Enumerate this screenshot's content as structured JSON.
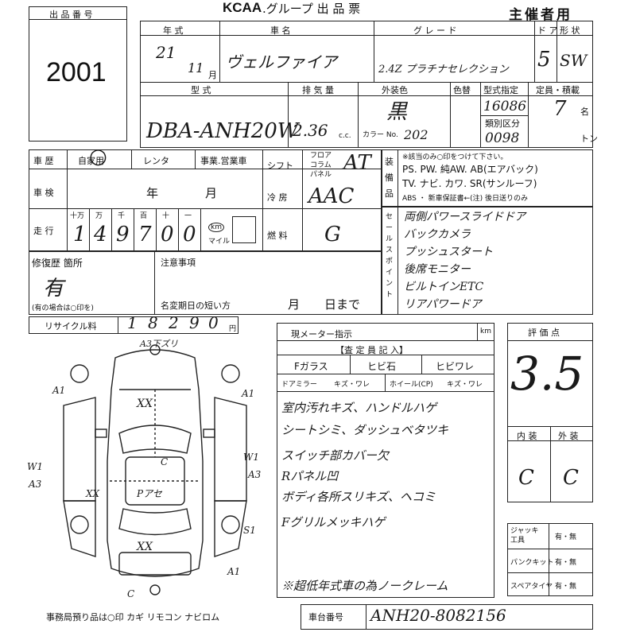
{
  "header": {
    "listing_no_label": "出 品 番 号",
    "listing_no": "2001",
    "org": "KCAA",
    "title": ".グループ 出 品 票",
    "copy": "主催者用"
  },
  "row1": {
    "year_label": "年 式",
    "car_label": "車 名",
    "grade_label": "グ レ ー ド",
    "door_label": "ド ア",
    "shape_label": "形 状",
    "year_value": "21",
    "month_value": "11",
    "month_unit": "月",
    "car_value": "ヴェルファイア",
    "grade_value": "2.4Z プラチナセレクション",
    "door_value": "5",
    "shape_value": "SW"
  },
  "row2": {
    "model_label": "型 式",
    "disp_label": "排 気 量",
    "color_label": "外装色",
    "color2_label": "色替",
    "type_label": "型式指定",
    "class_label": "類別区分",
    "capacity_label": "定員・積載",
    "model_value": "DBA-ANH20W",
    "disp_value": "2.36",
    "cc": "c.c.",
    "color_value": "黒",
    "color_no_label": "カラー No.",
    "color_no": "202",
    "type_value": "16086",
    "class_value": "0098",
    "capacity_value": "7",
    "capacity_unit": "名",
    "ton": "トン"
  },
  "history": {
    "label": "車 歴",
    "private": "自家用",
    "rental": "レンタ",
    "business": "事業.営業車"
  },
  "inspection": {
    "label": "車 検",
    "year": "年",
    "month": "月"
  },
  "mileage": {
    "label": "走 行",
    "units": [
      "十万",
      "万",
      "千",
      "百",
      "十",
      "一"
    ],
    "digits": [
      "1",
      "4",
      "9",
      "7",
      "0",
      "0"
    ],
    "km": "km",
    "mile": "マイル"
  },
  "shift": {
    "label": "シフト",
    "opts": [
      "フロア",
      "コラム",
      "パネル"
    ],
    "value": "AT"
  },
  "ac": {
    "label": "冷 房",
    "value": "AAC"
  },
  "fuel": {
    "label": "燃 料",
    "value": "G"
  },
  "equip": {
    "side_label": "装備品",
    "note": "※該当のみ○印をつけて下さい。",
    "line1": "PS. PW. 純AW. AB(エアバック)",
    "line2": "TV. ナビ. カワ. SR(サンルーフ)",
    "line3": "ABS ・ 新車保証書←(注) 後日送りのみ"
  },
  "sales": {
    "side_label": "セールスポイント",
    "points": [
      "両側パワースライドドア",
      "バックカメラ",
      "プッシュスタート",
      "後席モニター",
      "ビルトインETC",
      "リアパワードア"
    ]
  },
  "repair": {
    "label": "修復歴 箇所",
    "value": "有",
    "note": "(有の場合は○印を)"
  },
  "caution": {
    "label": "注意事項",
    "name_change": "名変期日の短い方",
    "month": "月",
    "day": "日まで"
  },
  "recycle": {
    "label": "リサイクル料",
    "digits": [
      "1",
      "8",
      "2",
      "9",
      "0"
    ],
    "unit": "円"
  },
  "meter": {
    "label": "現メーター指示",
    "unit": "km"
  },
  "inspector": {
    "title": "【査 定 員 記 入】",
    "f_glass": "Fガラス",
    "stone": "ヒビ石",
    "crack": "ヒビワレ",
    "mirror": "ドアミラー",
    "mirror_opts": "キズ・ワレ",
    "wheel": "ホイール(CP)",
    "wheel_opts": "キズ・ワレ",
    "notes": [
      "室内汚れキズ、ハンドルハゲ",
      "シートシミ、ダッシュベタツキ",
      "スイッチ部カバー欠",
      "Rパネル凹",
      "ボディ各所スリキズ、ヘコミ",
      "Fグリルメッキハゲ",
      "※超低年式車の為ノークレーム"
    ]
  },
  "score": {
    "label": "評 価 点",
    "value": "3.5",
    "interior": "内 装",
    "exterior": "外 装",
    "int_value": "C",
    "ext_value": "C"
  },
  "tools": [
    {
      "name": "ジャッキ工具",
      "opts": "有・無"
    },
    {
      "name": "パンクキット",
      "opts": "有・無"
    },
    {
      "name": "スペアタイヤ",
      "opts": "有・無"
    }
  ],
  "diagram": {
    "marks": [
      "A3下ズリ",
      "A1",
      "A1",
      "W1",
      "A3",
      "W1",
      "A3",
      "C",
      "Pアセ",
      "XX",
      "XX",
      "XX",
      "S1",
      "A1",
      "C"
    ],
    "footer": "事務局預り品は○印  カギ  リモコン  ナビロム"
  },
  "chassis": {
    "label": "車台番号",
    "value": "ANH20-8082156"
  }
}
